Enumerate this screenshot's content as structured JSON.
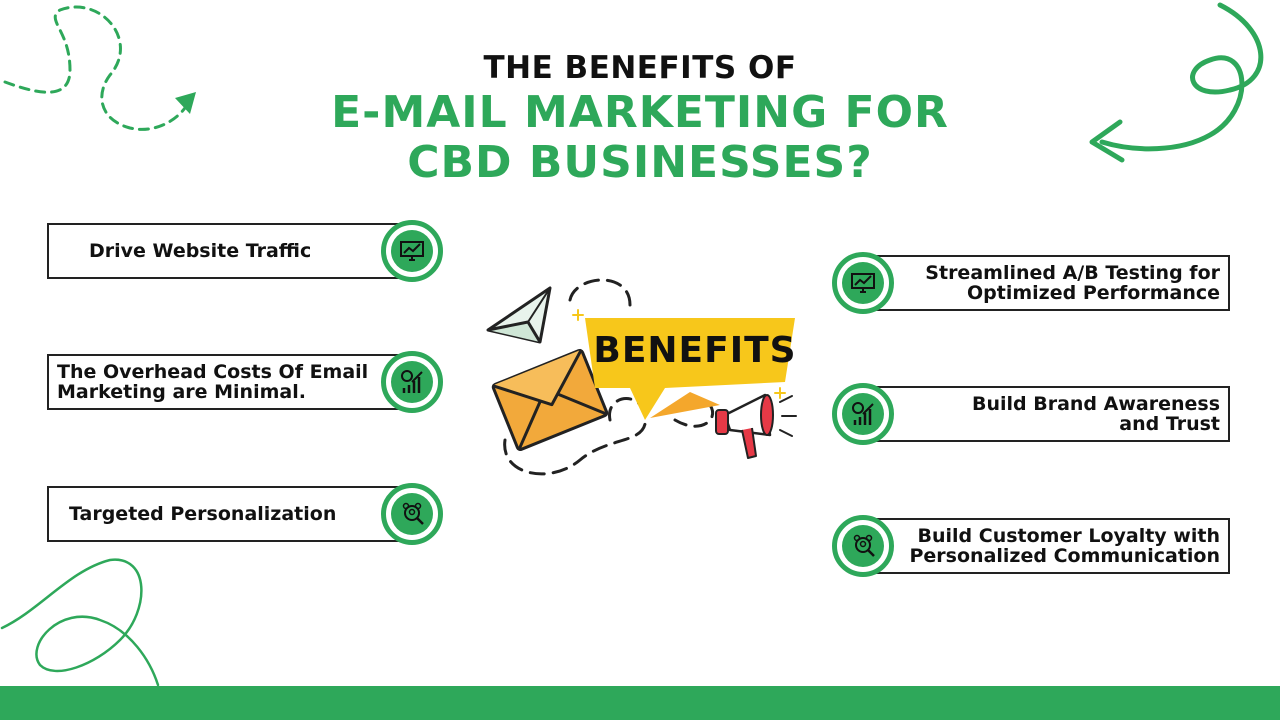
{
  "title": {
    "line1": "THE BENEFITS OF",
    "line2": "E-MAIL MARKETING FOR",
    "line3": "CBD BUSINESSES?"
  },
  "center": {
    "label": "BENEFITS"
  },
  "left_items": [
    {
      "label": "Drive Website Traffic",
      "icon": "monitor-chart-icon"
    },
    {
      "label": "The Overhead Costs Of Email\nMarketing are Minimal.",
      "icon": "cost-chart-icon"
    },
    {
      "label": "Targeted Personalization",
      "icon": "target-people-icon"
    }
  ],
  "right_items": [
    {
      "label": "Streamlined A/B Testing for\nOptimized Performance",
      "icon": "monitor-chart-icon"
    },
    {
      "label": "Build Brand Awareness\nand Trust",
      "icon": "cost-chart-icon"
    },
    {
      "label": "Build Customer Loyalty with\nPersonalized Communication",
      "icon": "target-people-icon"
    }
  ],
  "colors": {
    "accent": "#2ea85a",
    "banner": "#f7c71b",
    "envelope": "#f2a93b",
    "megaphone": "#e63946",
    "text": "#111111"
  }
}
